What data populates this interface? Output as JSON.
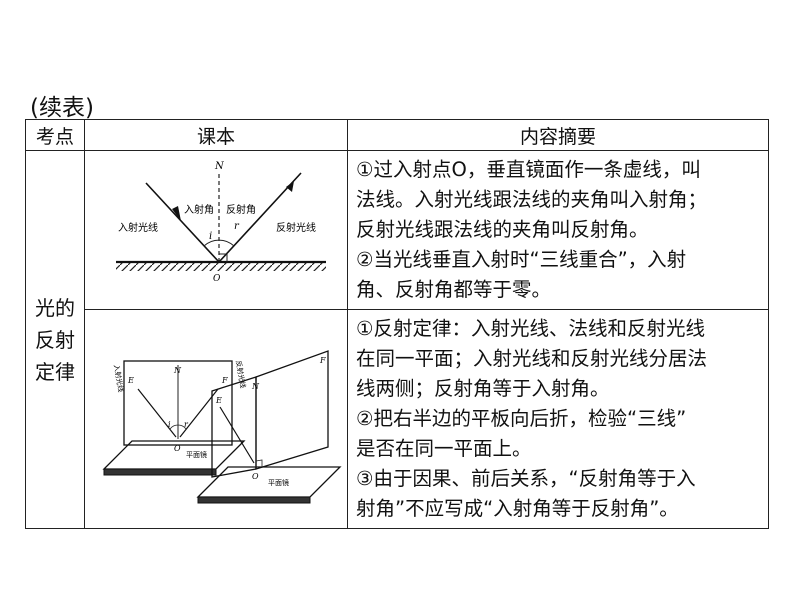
{
  "caption": "(续表)",
  "headers": [
    "考点",
    "课本",
    "内容摘要"
  ],
  "topic_lines": [
    "光的",
    "反射",
    "定律"
  ],
  "row1": {
    "lines": [
      "①过入射点O，垂直镜面作一条虚线，叫",
      "法线。入射光线跟法线的夹角叫入射角；",
      "反射光线跟法线的夹角叫反射角。",
      "②当光线垂直入射时“三线重合”，入射",
      "角、反射角都等于零。"
    ],
    "figure": {
      "normal": "N",
      "incidence": "入射角",
      "reflection": "反射角",
      "incident_ray": "入射光线",
      "reflected_ray": "反射光线",
      "i": "i",
      "r": "r",
      "point": "O"
    }
  },
  "row2": {
    "lines": [
      "①反射定律：入射光线、法线和反射光线",
      "在同一平面；入射光线和反射光线分居法",
      "线两侧；反射角等于入射角。",
      "②把右半边的平板向后折，检验“三线”",
      "是否在同一平面上。",
      "③由于因果、前后关系，“反射角等于入",
      "射角”不应写成“入射角等于反射角”。"
    ],
    "figure": {
      "incident_ray": "入射光线",
      "reflected_ray": "反射光线",
      "E": "E",
      "F": "F",
      "N": "N",
      "i": "i",
      "r": "r",
      "O": "O",
      "mirror": "平面镜"
    }
  }
}
